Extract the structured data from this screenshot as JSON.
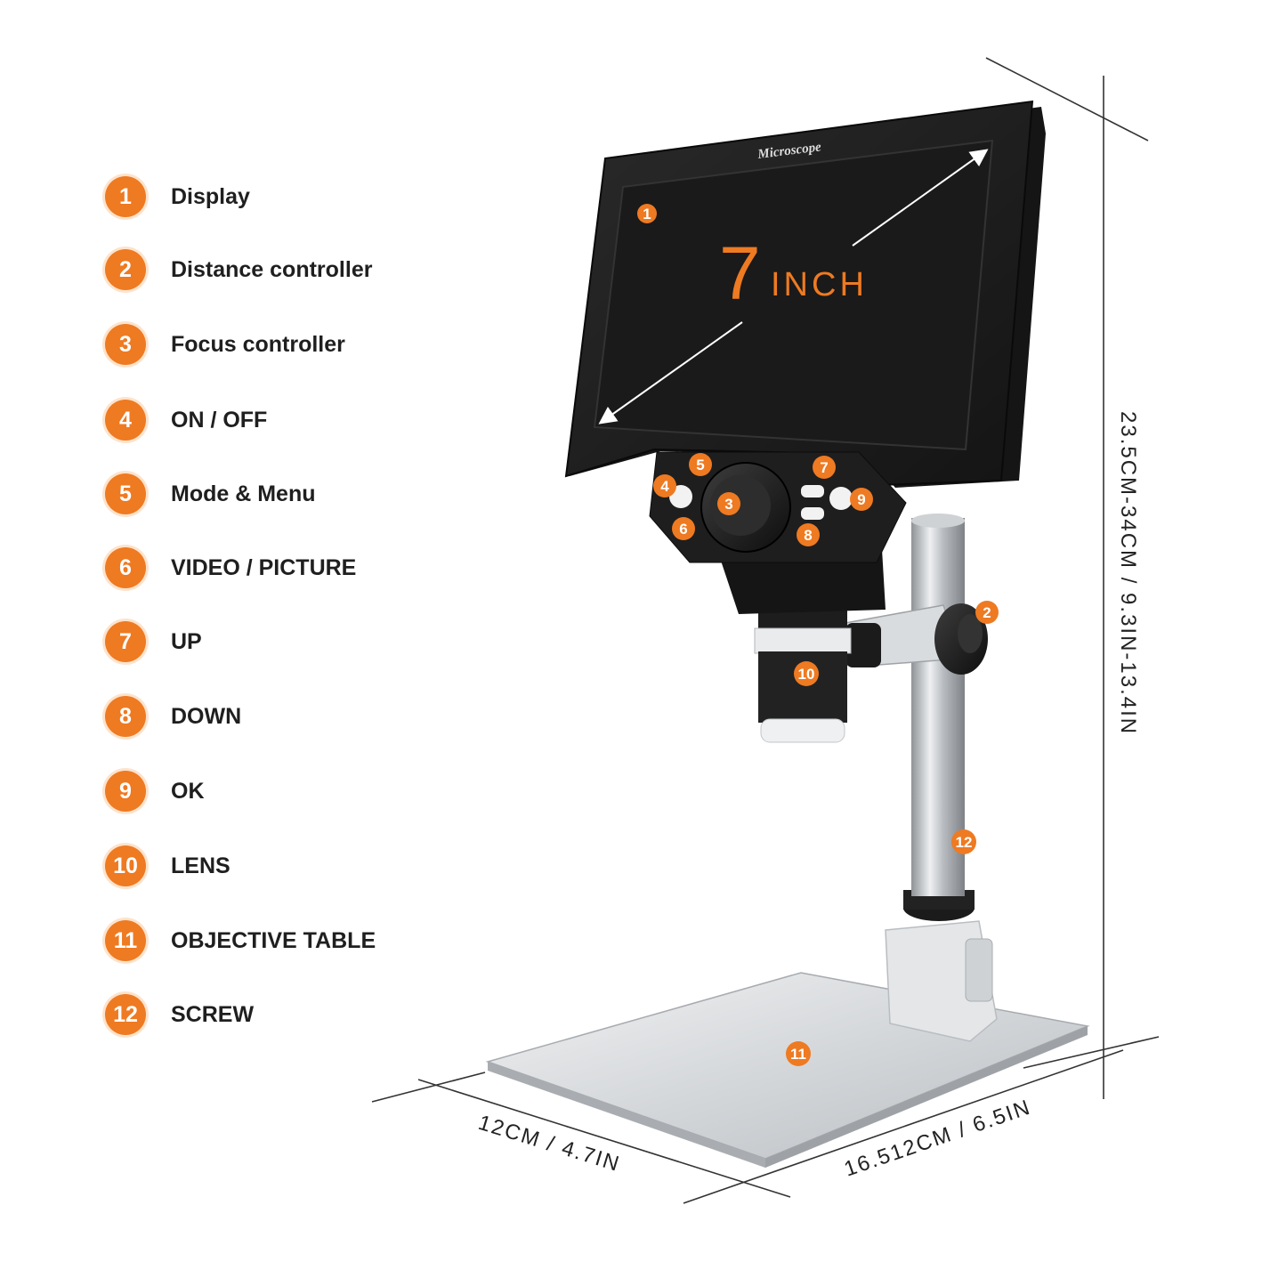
{
  "legend": [
    {
      "num": "1",
      "label": "Display"
    },
    {
      "num": "2",
      "label": "Distance controller"
    },
    {
      "num": "3",
      "label": "Focus controller"
    },
    {
      "num": "4",
      "label": "ON / OFF"
    },
    {
      "num": "5",
      "label": "Mode & Menu"
    },
    {
      "num": "6",
      "label": "VIDEO / PICTURE"
    },
    {
      "num": "7",
      "label": "UP"
    },
    {
      "num": "8",
      "label": "DOWN"
    },
    {
      "num": "9",
      "label": "OK"
    },
    {
      "num": "10",
      "label": "LENS"
    },
    {
      "num": "11",
      "label": "OBJECTIVE TABLE"
    },
    {
      "num": "12",
      "label": "SCREW"
    }
  ],
  "device": {
    "brand": "Microscope",
    "screen_size_number": "7",
    "screen_size_unit": "INCH"
  },
  "dimensions": {
    "height": "23.5CM-34CM / 9.3IN-13.4IN",
    "depth": "12CM / 4.7IN",
    "width": "16.512CM / 6.5IN"
  },
  "callouts": {
    "c1": "1",
    "c2": "2",
    "c3": "3",
    "c4": "4",
    "c5": "5",
    "c6": "6",
    "c7": "7",
    "c8": "8",
    "c9": "9",
    "c10": "10",
    "c11": "11",
    "c12": "12"
  },
  "colors": {
    "accent": "#ee7a22",
    "screen": "#1b1b1b",
    "bezel": "#2b2b2b",
    "metal": "#c9cccf"
  }
}
